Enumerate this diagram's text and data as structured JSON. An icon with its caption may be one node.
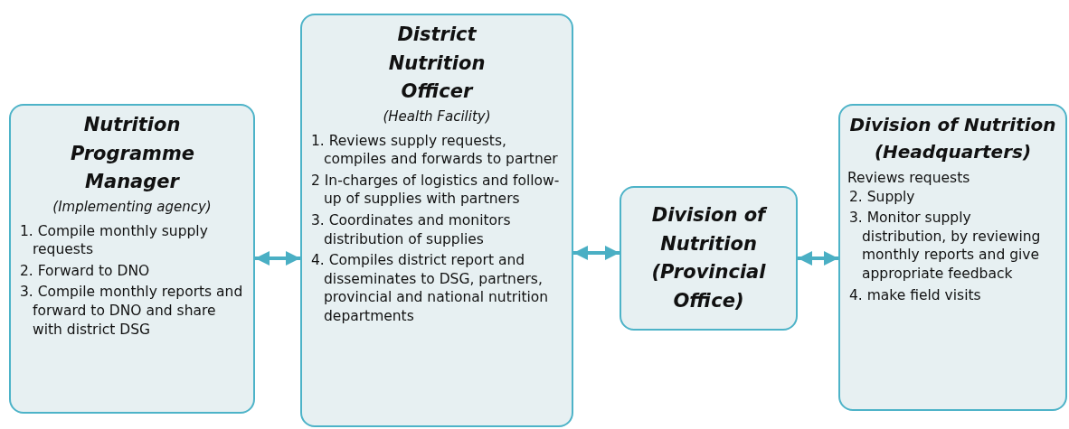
{
  "diagram": {
    "nodes": [
      {
        "text": [
          "Nutrition Programme Manager",
          "(Implementing agency)",
          "1. Compile monthly supply requests",
          "2. Forward to DNO",
          "3. Compile monthly reports and forward to DNO and share with district DSG"
        ]
      },
      {
        "text": [
          "District Nutrition Officer",
          "(Health Facility)",
          "1. Reviews supply requests, compiles and forwards to partner",
          "2 In-charges of logistics and follow-up of supplies with partners",
          "3. Coordinates and monitors distribution of supplies",
          "4. Compiles district report and disseminates to DSG, partners, provincial and national nutrition departments"
        ]
      },
      {
        "text": [
          "Division of Nutrition (Provincial Office)"
        ]
      },
      {
        "text": [
          "Division of Nutrition (Headquarters)",
          "Reviews requests",
          "2. Supply",
          "3. Monitor supply distribution, by reviewing monthly reports and give appropriate feedback",
          "4. make field visits"
        ]
      }
    ],
    "edges": [
      {
        "from": 0,
        "to": 1,
        "arrow": "both"
      },
      {
        "from": 1,
        "to": 2,
        "arrow": "both"
      },
      {
        "from": 2,
        "to": 3,
        "arrow": "both"
      }
    ]
  }
}
